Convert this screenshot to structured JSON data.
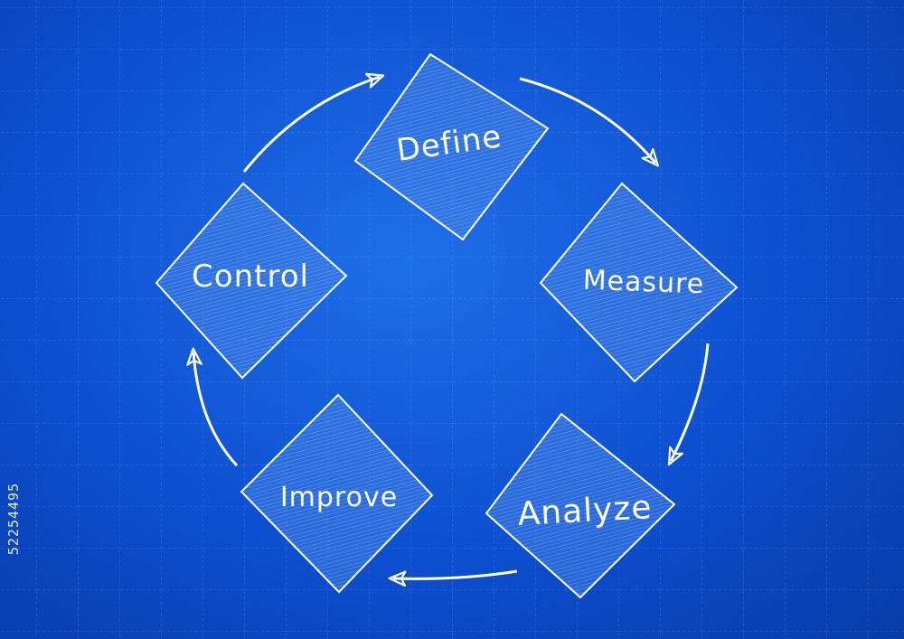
{
  "diagram": {
    "stages": [
      {
        "id": "define",
        "label": "Define"
      },
      {
        "id": "measure",
        "label": "Measure"
      },
      {
        "id": "analyze",
        "label": "Analyze"
      },
      {
        "id": "improve",
        "label": "Improve"
      },
      {
        "id": "control",
        "label": "Control"
      }
    ],
    "flow": [
      "define",
      "measure",
      "analyze",
      "improve",
      "control",
      "define"
    ],
    "colors": {
      "background": "#0c4fd0",
      "grid": "#6fa3ff",
      "shape_fill": "#3f7fe6",
      "stroke": "#ffffff"
    }
  },
  "stock_id": "52254495"
}
